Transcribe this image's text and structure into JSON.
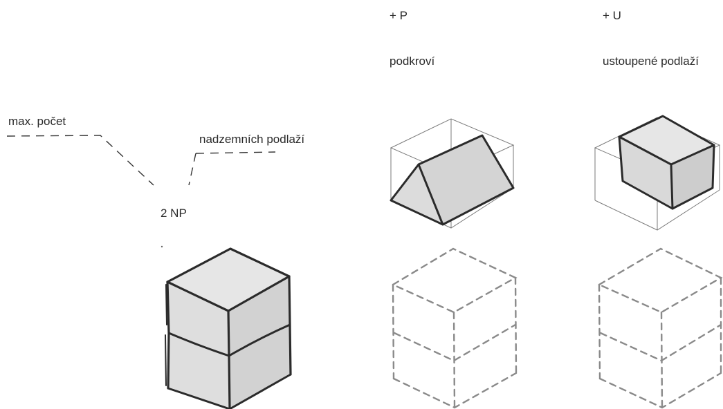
{
  "labels": {
    "col_p_symbol": "+ P",
    "col_p_name": "podkroví",
    "col_u_symbol": "+ U",
    "col_u_name": "ustoupené podlaží",
    "max_count": "max. počet",
    "above_ground_floors": "nadzemních podlaží",
    "floor_count": "2  NP"
  },
  "colors": {
    "ink": "#2b2b2b",
    "face_light": "#e8e8e8",
    "face_mid": "#d8d8d8",
    "face_dark": "#cfcfcf",
    "dashed": "#8a8a8a",
    "guide": "#7a7a7a"
  }
}
